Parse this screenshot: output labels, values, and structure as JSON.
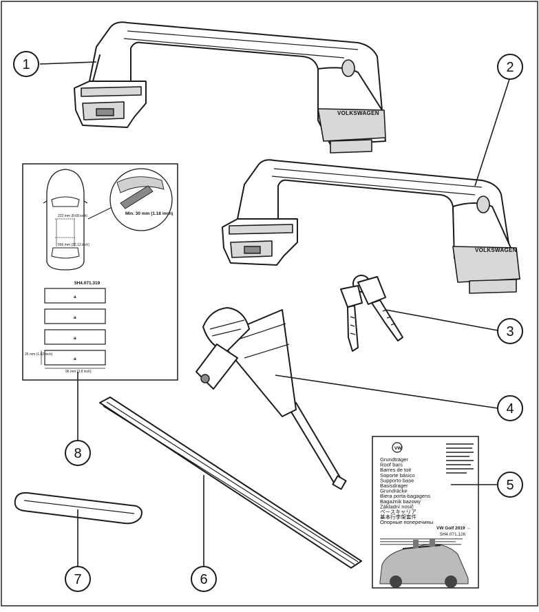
{
  "callouts": [
    "1",
    "2",
    "3",
    "4",
    "5",
    "6",
    "7",
    "8"
  ],
  "brand_label": "VOLKSWAGEN",
  "sticker_sheet": {
    "part_number": "5H4.071.319",
    "min_label": "Min. 30 mm (1.18 inch)",
    "dim_front": "222 mm (8.68 inch)",
    "dim_rear": "566 mm (22.13 inch)",
    "dim_height": "26 mm (1.02 inch)",
    "dim_width": "96 mm (3.8 inch)",
    "sticker_letter": "a"
  },
  "manual": {
    "titles": [
      "Grundträger",
      "Roof bars",
      "Barres de toit",
      "Soporte básico",
      "Supporto base",
      "Basisdrager",
      "Grundräcke",
      "Biera porta-bagagens",
      "Bagażnik bazowy",
      "Základní nosič",
      "ベースキャリア",
      "基本行李架套件",
      "Опорные поперечины"
    ],
    "model": "VW Golf 2019 →",
    "part_number": "5H4.071.126"
  }
}
